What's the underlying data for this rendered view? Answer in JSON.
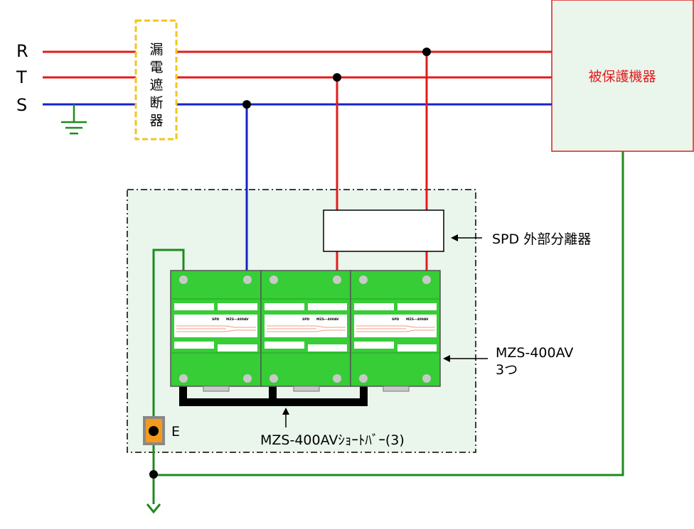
{
  "lines": {
    "R": "R",
    "T": "T",
    "S": "S"
  },
  "breaker": {
    "chars": [
      "漏",
      "電",
      "遮",
      "断",
      "器"
    ]
  },
  "protected_equipment": {
    "label": "被保護機器"
  },
  "spd_disconnector": {
    "label": "SPD 外部分離器"
  },
  "modules": {
    "label_line1": "MZS-400AV",
    "label_line2": "3つ",
    "units": [
      {
        "brand": "SPD",
        "model": "MZS—400AV"
      },
      {
        "brand": "SPD",
        "model": "MZS—400AV"
      },
      {
        "brand": "SPD",
        "model": "MZS—400AV"
      }
    ]
  },
  "shortbar": {
    "label": "MZS-400AVｼｮｰﾄﾊﾞｰ(3)"
  },
  "earth_terminal": {
    "label": "E"
  },
  "colors": {
    "red": "#e31b1b",
    "blue": "#1523c8",
    "green": "#1f8a1f",
    "module": "#36cd36",
    "panel": "#eaf5ec",
    "breaker": "#f3c51d"
  }
}
